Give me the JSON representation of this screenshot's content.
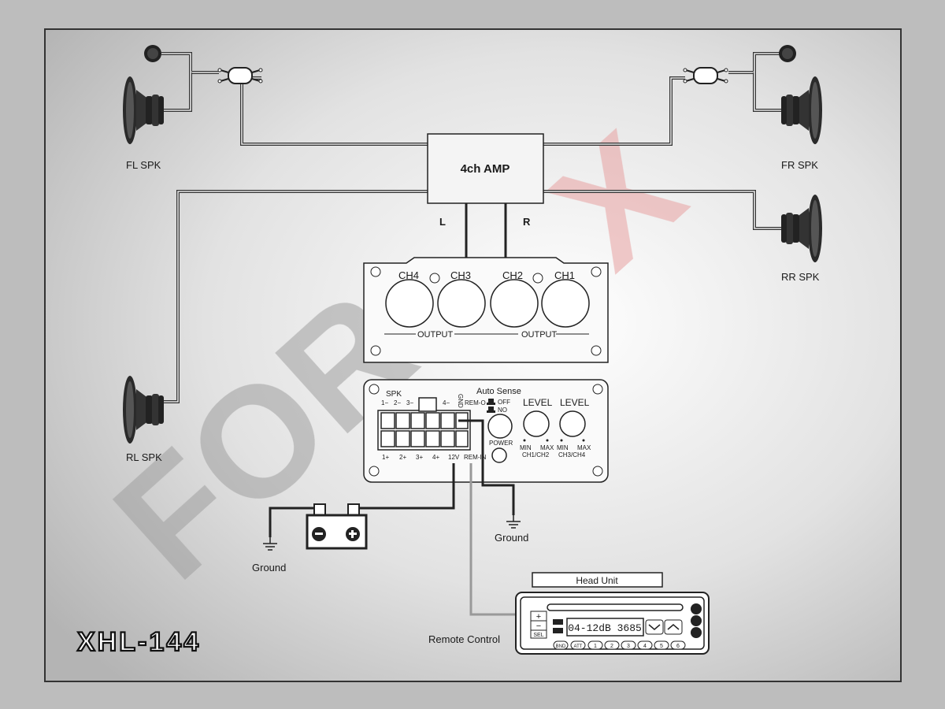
{
  "model": "XHL-144",
  "watermark": "FOR-X",
  "amp_box": {
    "label": "4ch AMP",
    "left": "L",
    "right": "R"
  },
  "speakers": {
    "fl": "FL SPK",
    "fr": "FR SPK",
    "rl": "RL SPK",
    "rr": "RR SPK"
  },
  "output_panel": {
    "channels": [
      "CH4",
      "CH3",
      "CH2",
      "CH1"
    ],
    "output_left": "OUTPUT",
    "output_right": "OUTPUT"
  },
  "input_panel": {
    "spk": "SPK",
    "top_pins": [
      "1−",
      "2−",
      "3−",
      "4−",
      "REM-O"
    ],
    "gnd": "GND",
    "bottom_pins": [
      "1+",
      "2+",
      "3+",
      "4+",
      "12V",
      "REM-IN"
    ],
    "auto_sense": "Auto Sense",
    "off": "OFF",
    "no": "NO",
    "power": "POWER",
    "level1": "LEVEL",
    "level2": "LEVEL",
    "min1": "MIN",
    "max1": "MAX",
    "min2": "MIN",
    "max2": "MAX",
    "ch12": "CH1/CH2",
    "ch34": "CH3/CH4"
  },
  "ground_left": "Ground",
  "ground_right": "Ground",
  "remote_control": "Remote Control",
  "head_unit": {
    "title": "Head Unit",
    "display": "04-12dB 3685",
    "sel": "SEL",
    "plus": "+",
    "minus": "−",
    "buttons": [
      "BND",
      "ATT",
      "1",
      "2",
      "3",
      "4",
      "5",
      "6"
    ]
  },
  "colors": {
    "background": "#bdbdbd",
    "frame": "#333333",
    "watermark_gray": "#9e9e9e",
    "watermark_red": "#c43c3c"
  }
}
